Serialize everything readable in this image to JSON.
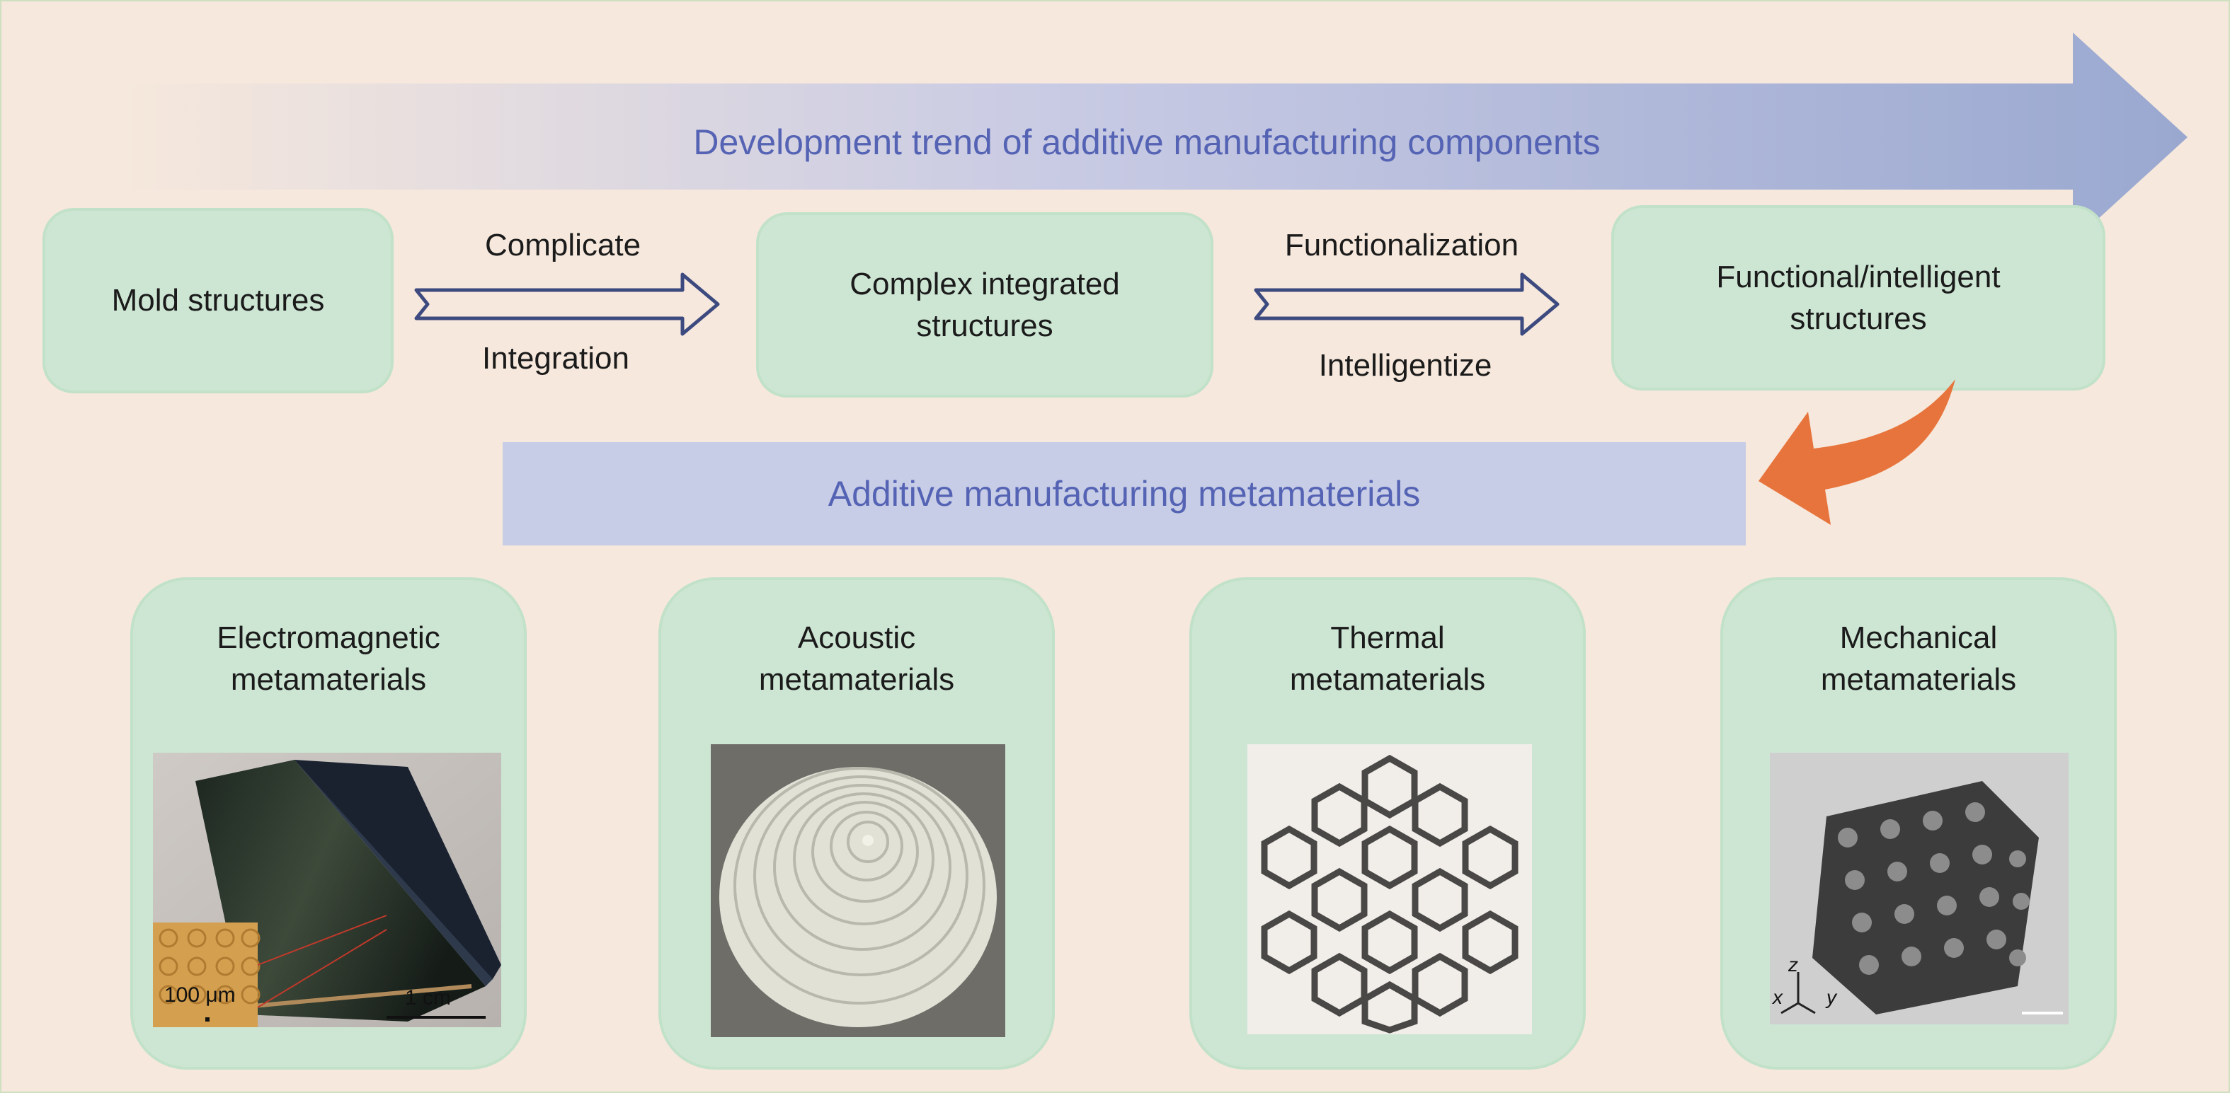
{
  "trend": {
    "title": "Development trend of additive manufacturing components"
  },
  "stages": [
    {
      "line1": "Mold structures",
      "line2": ""
    },
    {
      "line1": "Complex integrated",
      "line2": "structures"
    },
    {
      "line1": "Functional/intelligent",
      "line2": "structures"
    }
  ],
  "transitions": [
    {
      "above": "Complicate",
      "below": "Integration"
    },
    {
      "above": "Functionalization",
      "below": "Intelligentize"
    }
  ],
  "band": {
    "label": "Additive manufacturing metamaterials"
  },
  "categories": [
    {
      "line1": "Electromagnetic",
      "line2": "metamaterials",
      "scale_inset": "100 μm",
      "scale_main": "1 cm"
    },
    {
      "line1": "Acoustic",
      "line2": "metamaterials"
    },
    {
      "line1": "Thermal",
      "line2": "metamaterials"
    },
    {
      "line1": "Mechanical",
      "line2": "metamaterials",
      "axes": {
        "z": "z",
        "x": "x",
        "y": "y"
      }
    }
  ],
  "colors": {
    "background": "#f6e8dc",
    "box_fill": "#cde6d3",
    "accent_text": "#5563b4",
    "band_fill": "#c7cde6",
    "curved_arrow": "#e7743c"
  }
}
